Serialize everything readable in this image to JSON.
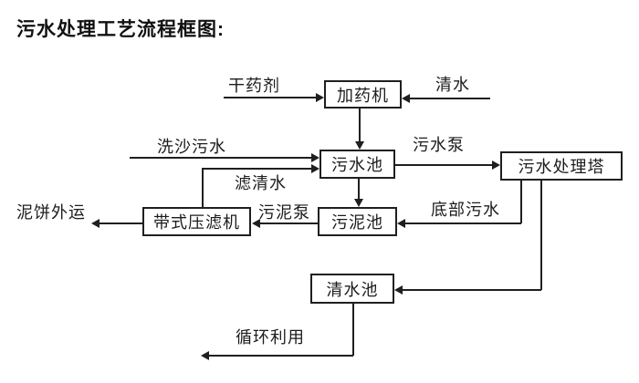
{
  "title": "污水处理工艺流程框图:",
  "colors": {
    "ink": "#1f1f1f",
    "background": "#ffffff"
  },
  "diagram": {
    "nodes": {
      "dosing_machine": "加药机",
      "sewage_pool": "污水池",
      "sewage_treatment_tower": "污水处理塔",
      "sludge_pool": "污泥池",
      "belt_filter_press": "带式压滤机",
      "clean_water_pool": "清水池"
    },
    "flow_labels": {
      "dry_chemical": "干药剂",
      "clean_water": "清水",
      "sand_washing_sewage": "洗沙污水",
      "sewage_pump": "污水泵",
      "filtered_clear_water": "滤清水",
      "sludge_pump": "污泥泵",
      "bottom_sewage": "底部污水",
      "mud_cake_transport": "泥饼外运",
      "recycling": "循环利用"
    }
  }
}
